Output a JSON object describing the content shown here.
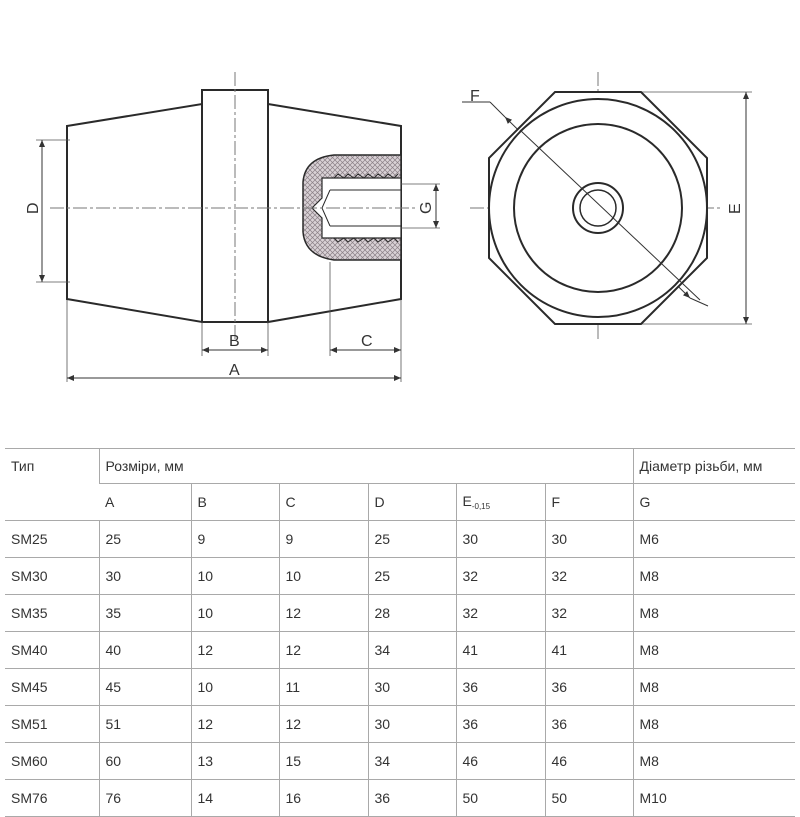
{
  "drawing": {
    "labels": {
      "A": "A",
      "B": "B",
      "C": "C",
      "D": "D",
      "G": "G",
      "F": "F",
      "E": "E"
    }
  },
  "table": {
    "type_header": "Тип",
    "dims_header": "Розміри, мм",
    "thread_header": "Діаметр різьби, мм",
    "columns": [
      "A",
      "B",
      "C",
      "D",
      "E",
      "F",
      "G"
    ],
    "e_tolerance": "-0,15",
    "rows": [
      {
        "type": "SM25",
        "A": "25",
        "B": "9",
        "C": "9",
        "D": "25",
        "E": "30",
        "F": "30",
        "G": "M6"
      },
      {
        "type": "SM30",
        "A": "30",
        "B": "10",
        "C": "10",
        "D": "25",
        "E": "32",
        "F": "32",
        "G": "M8"
      },
      {
        "type": "SM35",
        "A": "35",
        "B": "10",
        "C": "12",
        "D": "28",
        "E": "32",
        "F": "32",
        "G": "M8"
      },
      {
        "type": "SM40",
        "A": "40",
        "B": "12",
        "C": "12",
        "D": "34",
        "E": "41",
        "F": "41",
        "G": "M8"
      },
      {
        "type": "SM45",
        "A": "45",
        "B": "10",
        "C": "11",
        "D": "30",
        "E": "36",
        "F": "36",
        "G": "M8"
      },
      {
        "type": "SM51",
        "A": "51",
        "B": "12",
        "C": "12",
        "D": "30",
        "E": "36",
        "F": "36",
        "G": "M8"
      },
      {
        "type": "SM60",
        "A": "60",
        "B": "13",
        "C": "15",
        "D": "34",
        "E": "46",
        "F": "46",
        "G": "M8"
      },
      {
        "type": "SM76",
        "A": "76",
        "B": "14",
        "C": "16",
        "D": "36",
        "E": "50",
        "F": "50",
        "G": "M10"
      }
    ]
  }
}
